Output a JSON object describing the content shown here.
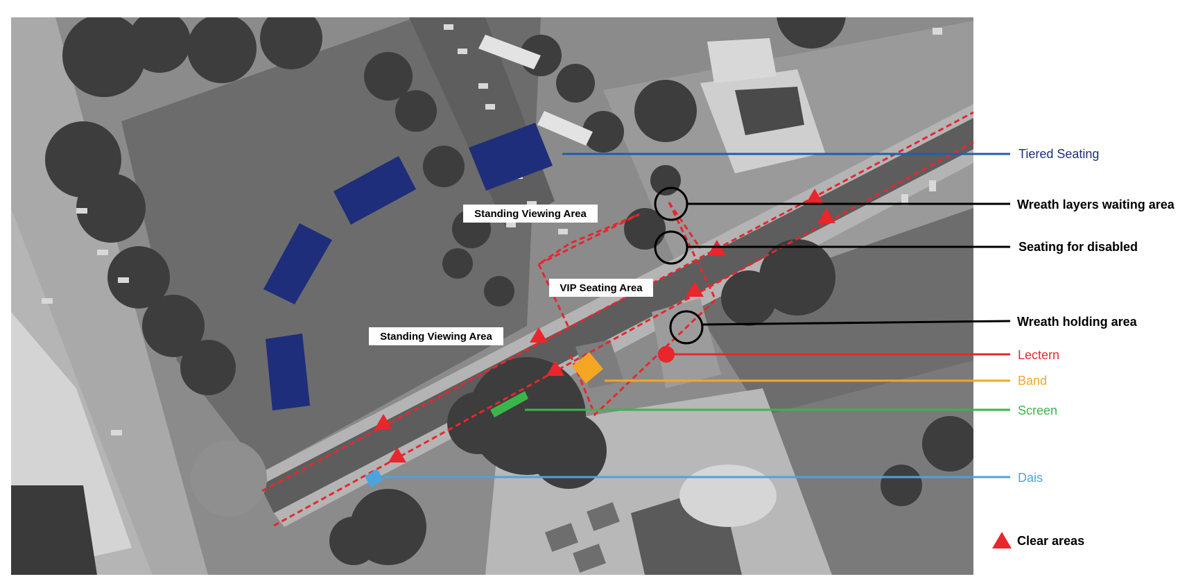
{
  "map": {
    "area_labels": {
      "standing_upper": "Standing Viewing Area",
      "vip": "VIP Seating Area",
      "standing_lower": "Standing Viewing Area"
    },
    "legend": {
      "tiered_seating": "Tiered Seating",
      "wreath_waiting": "Wreath layers waiting area",
      "seating_disabled": "Seating for disabled",
      "wreath_holding": "Wreath holding area",
      "lectern": "Lectern",
      "band": "Band",
      "screen": "Screen",
      "dais": "Dais",
      "clear_areas": "Clear areas"
    },
    "colors": {
      "tiered_seating": "#1f2e7a",
      "tiered_line": "#1f5fa8",
      "lectern": "#e8262c",
      "band": "#f5a623",
      "screen": "#3bb54a",
      "dais": "#4da3dc",
      "clear_areas": "#e8262c",
      "route": "#e8262c",
      "black": "#000000"
    }
  }
}
